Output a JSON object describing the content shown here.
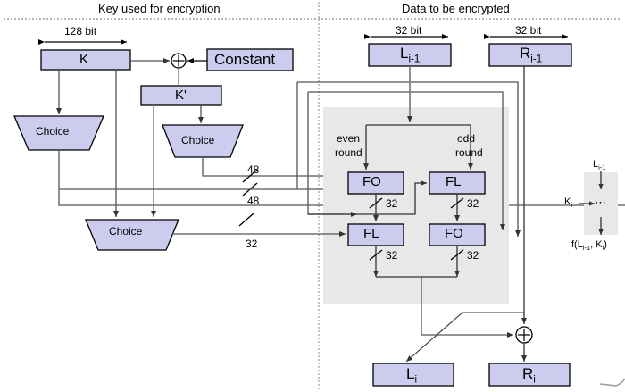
{
  "diagram": {
    "title_left": "Key used for encryption",
    "title_right": "Data to be encrypted",
    "colors": {
      "box_fill": "#ccccee",
      "box_stroke": "#000000",
      "line": "#555555",
      "panel_fill": "#e8e8e8",
      "background": "#ffffff"
    }
  },
  "key_section": {
    "width_label": "128 bit",
    "boxes": {
      "k": "K",
      "constant": "Constant",
      "k_prime": "K'"
    },
    "xor_symbol": "⊕",
    "choices": [
      {
        "label": "Choice",
        "name": "choice-k"
      },
      {
        "label": "Choice",
        "name": "choice-kprime"
      },
      {
        "label": "Choice",
        "name": "choice-combined"
      }
    ],
    "bus_labels": [
      {
        "value": "48",
        "name": "bus-48-upper"
      },
      {
        "value": "48",
        "name": "bus-48-lower"
      },
      {
        "value": "32",
        "name": "bus-32-left"
      }
    ]
  },
  "data_section": {
    "width_label_left": "32 bit",
    "width_label_right": "32 bit",
    "input_left": "L",
    "input_left_sub": "i-1",
    "input_right": "R",
    "input_right_sub": "i-1",
    "output_left": "L",
    "output_left_sub": "i",
    "output_right": "R",
    "output_right_sub": "i",
    "round_labels": {
      "even_line1": "even",
      "even_line2": "round",
      "odd_line1": "odd",
      "odd_line2": "round"
    },
    "functions": [
      {
        "label": "FO",
        "name": "fo-even-top"
      },
      {
        "label": "FL",
        "name": "fl-odd-top"
      },
      {
        "label": "FL",
        "name": "fl-even-bottom"
      },
      {
        "label": "FO",
        "name": "fo-odd-bottom"
      }
    ],
    "bus_labels": [
      {
        "value": "32",
        "name": "bus-32-fo-even"
      },
      {
        "value": "32",
        "name": "bus-32-fl-odd"
      },
      {
        "value": "32",
        "name": "bus-32-fl-even"
      },
      {
        "value": "32",
        "name": "bus-32-fo-odd"
      }
    ],
    "xor_symbol": "⊕"
  },
  "legend": {
    "input_base": "L",
    "input_sub": "i-1",
    "key_base": "K",
    "key_sub": "i",
    "ellipsis": "⋯",
    "output_prefix": "f(L",
    "output_sub1": "i-1",
    "output_mid": ", K",
    "output_sub2": "i",
    "output_suffix": ")"
  }
}
